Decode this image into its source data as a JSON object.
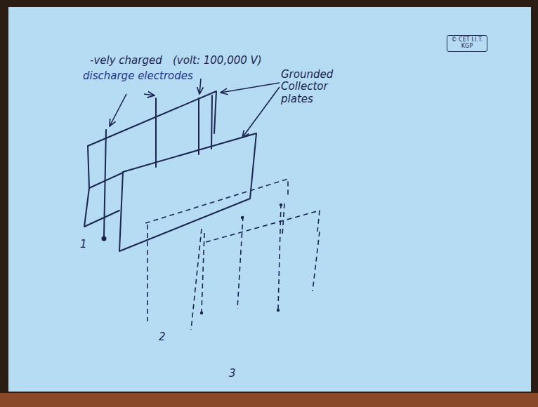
{
  "diagram": {
    "labels": [
      "-vely charged",
      "(volt: 100,000 V)",
      "discharge electrodes",
      "Grounded Collector plates",
      "© CET I.I.T. KGP",
      "1",
      "2",
      "3"
    ]
  }
}
